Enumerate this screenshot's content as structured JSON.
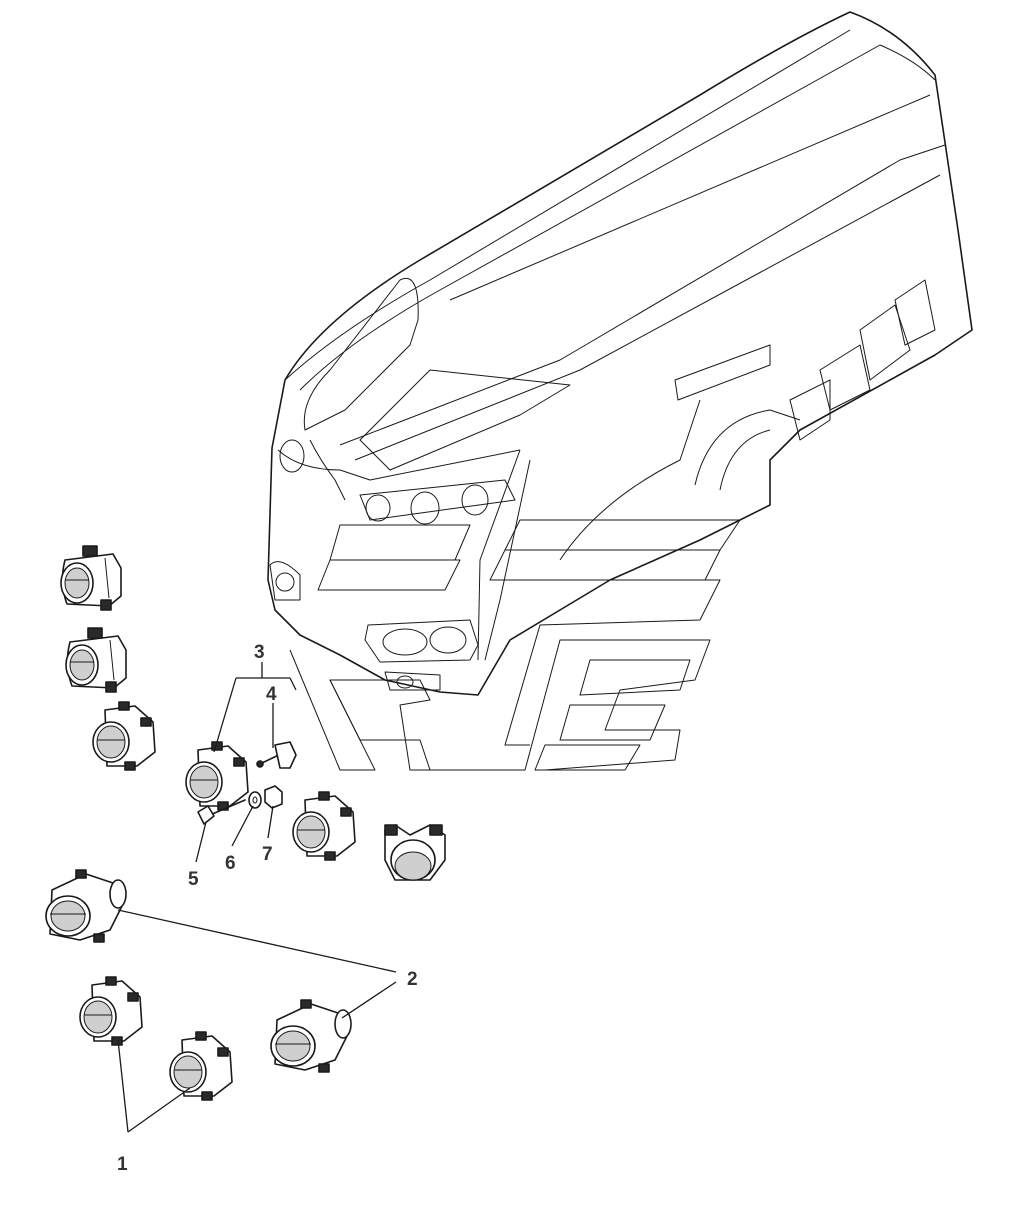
{
  "diagram": {
    "callouts": [
      {
        "id": "1",
        "label": "1"
      },
      {
        "id": "2",
        "label": "2"
      },
      {
        "id": "3",
        "label": "3"
      },
      {
        "id": "4",
        "label": "4"
      },
      {
        "id": "5",
        "label": "5"
      },
      {
        "id": "6",
        "label": "6"
      },
      {
        "id": "7",
        "label": "7"
      }
    ],
    "colors": {
      "ink": "#1a1a1a",
      "label": "#333333",
      "background": "#ffffff"
    }
  }
}
